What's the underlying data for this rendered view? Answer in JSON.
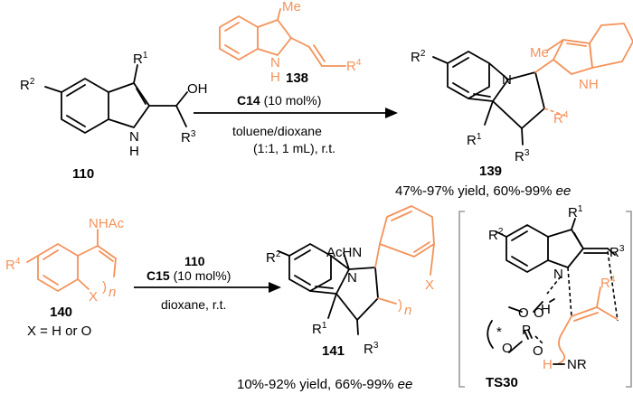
{
  "colors": {
    "accent": "#f4925a",
    "text": "#000000",
    "bracket": "#9a9a9a"
  },
  "scheme1": {
    "reactant_label": "110",
    "reactant_atoms": {
      "r2": "R",
      "r2_sup": "2",
      "r1": "R",
      "r1_sup": "1",
      "oh": "OH",
      "r3": "R",
      "r3_sup": "3",
      "nh": "N",
      "h": "H"
    },
    "reagent_label": "138",
    "reagent_atoms": {
      "me": "Me",
      "nh": "N",
      "h": "H",
      "r4": "R",
      "r4_sup": "4"
    },
    "catalyst": "C14",
    "catalyst_loading": "(10 mol%)",
    "solvent": "toluene/dioxane",
    "solvent_detail": "(1:1, 1 mL), r.t.",
    "product_label": "139",
    "product_atoms": {
      "r2": "R",
      "r2_sup": "2",
      "n": "N",
      "me": "Me",
      "nh": "NH",
      "r4": "R",
      "r4_sup": "4",
      "r1": "R",
      "r1_sup": "1",
      "r3": "R",
      "r3_sup": "3"
    },
    "result_text": "47%-97% yield, 60%-99% ",
    "result_ee": "ee"
  },
  "scheme2": {
    "reactant_label": "140",
    "reactant_atoms": {
      "nhac": "NHAc",
      "r4": "R",
      "r4_sup": "4",
      "x": "X",
      "n": "n"
    },
    "reactant_note": "X = H or O",
    "reagent": "110",
    "catalyst": "C15",
    "catalyst_loading": "(10 mol%)",
    "solvent": "dioxane, r.t.",
    "product_label": "141",
    "product_atoms": {
      "r2": "R",
      "r2_sup": "2",
      "achn": "AcHN",
      "n_atom": "N",
      "x": "X",
      "n": "n",
      "r1": "R",
      "r1_sup": "1",
      "r3": "R",
      "r3_sup": "3"
    },
    "result_text": "10%-92% yield, 66%-99% ",
    "result_ee": "ee"
  },
  "ts": {
    "label": "TS30",
    "atoms": {
      "r2": "R",
      "r2_sup": "2",
      "r1": "R",
      "r1_sup": "1",
      "r3": "R",
      "r3_sup": "3",
      "n": "N",
      "h": "H",
      "r4": "R",
      "r4_sup": "4",
      "o_top": "O",
      "p": "P",
      "o_left": "O",
      "o_right": "O",
      "oh_o": "O",
      "oh_h": "H",
      "star": "*",
      "hn": "H",
      "nr": "N",
      "r": "R"
    }
  }
}
